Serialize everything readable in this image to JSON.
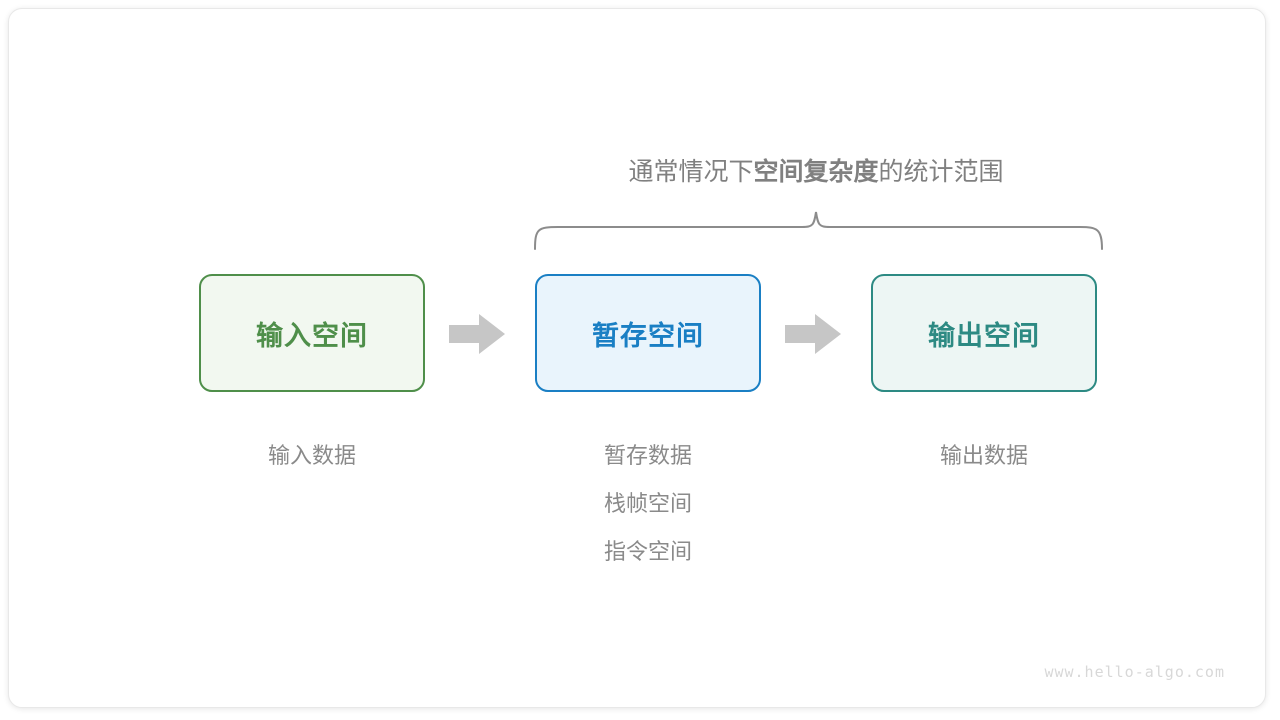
{
  "diagram": {
    "brace_caption": {
      "prefix": "通常情况下",
      "emphasis": "空间复杂度",
      "suffix": "的统计范围"
    },
    "nodes": [
      {
        "key": "input",
        "label": "输入空间",
        "border_color": "#4f8f4a",
        "fill_color": "#f2f8f0",
        "text_color": "#4f8f4a"
      },
      {
        "key": "temp",
        "label": "暂存空间",
        "border_color": "#1a7fc4",
        "fill_color": "#e9f4fc",
        "text_color": "#1a7fc4"
      },
      {
        "key": "output",
        "label": "输出空间",
        "border_color": "#2d8a83",
        "fill_color": "#edf6f4",
        "text_color": "#2d8a83"
      }
    ],
    "arrows": [
      {
        "key": "input-to-temp",
        "icon": "right-arrow-icon",
        "color": "#c6c6c6"
      },
      {
        "key": "temp-to-output",
        "icon": "right-arrow-icon",
        "color": "#c6c6c6"
      }
    ],
    "captions": {
      "input": [
        "输入数据"
      ],
      "temp": [
        "暂存数据",
        "栈帧空间",
        "指令空间"
      ],
      "output": [
        "输出数据"
      ]
    },
    "brace": {
      "color": "#8c8c8c",
      "covers": [
        "暂存空间",
        "输出空间"
      ]
    }
  },
  "watermark": "www.hello-algo.com"
}
